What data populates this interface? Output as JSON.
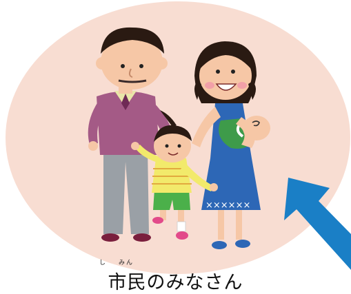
{
  "caption": {
    "text": "市民のみなさん",
    "ruby_shi": "し",
    "ruby_min": "みん"
  },
  "colors": {
    "background_oval": "#f8ddd2",
    "father_sweater": "#a45a86",
    "father_pants": "#9aa0a6",
    "mother_dress": "#2d67b6",
    "child_shirt": "#f2ea6b",
    "child_shorts": "#4bb04a",
    "arrow": "#1a7fc6"
  },
  "icons": {
    "arrow": "arrow-up-left-icon"
  }
}
